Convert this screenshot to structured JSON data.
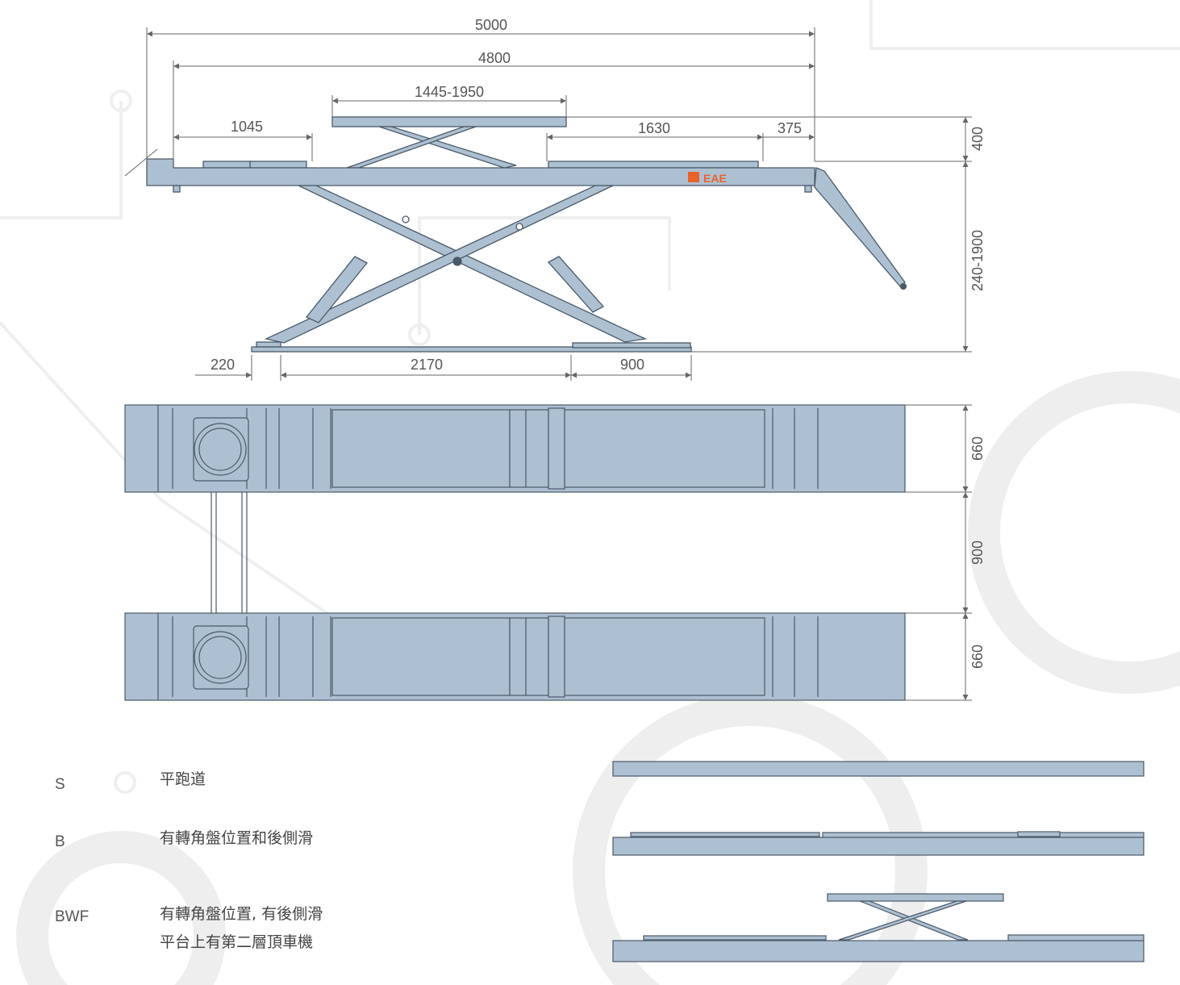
{
  "brand": {
    "logo_text": "EAE",
    "logo_color": "#e8622c"
  },
  "colors": {
    "fill": "#adc0d2",
    "stroke": "#4a5a68",
    "dim_line": "#666666",
    "watermark": "#eeeeee"
  },
  "dimensions": {
    "total_length": "5000",
    "platform_length": "4800",
    "jack_length": "1445-1950",
    "front_slide": "1045",
    "rear_slide": "1630",
    "rear_tail": "375",
    "jack_height": "400",
    "lift_height": "240-1900",
    "base_front": "220",
    "base_mid": "2170",
    "base_rear": "900",
    "platform_width_top": "660",
    "gap_width": "900",
    "platform_width_bottom": "660"
  },
  "legend": [
    {
      "code": "S",
      "desc_lines": [
        "平跑道"
      ]
    },
    {
      "code": "B",
      "desc_lines": [
        "有轉角盤位置和後側滑"
      ]
    },
    {
      "code": "BWF",
      "desc_lines": [
        "有轉角盤位置, 有後側滑",
        "平台上有第二層頂車機"
      ]
    }
  ]
}
